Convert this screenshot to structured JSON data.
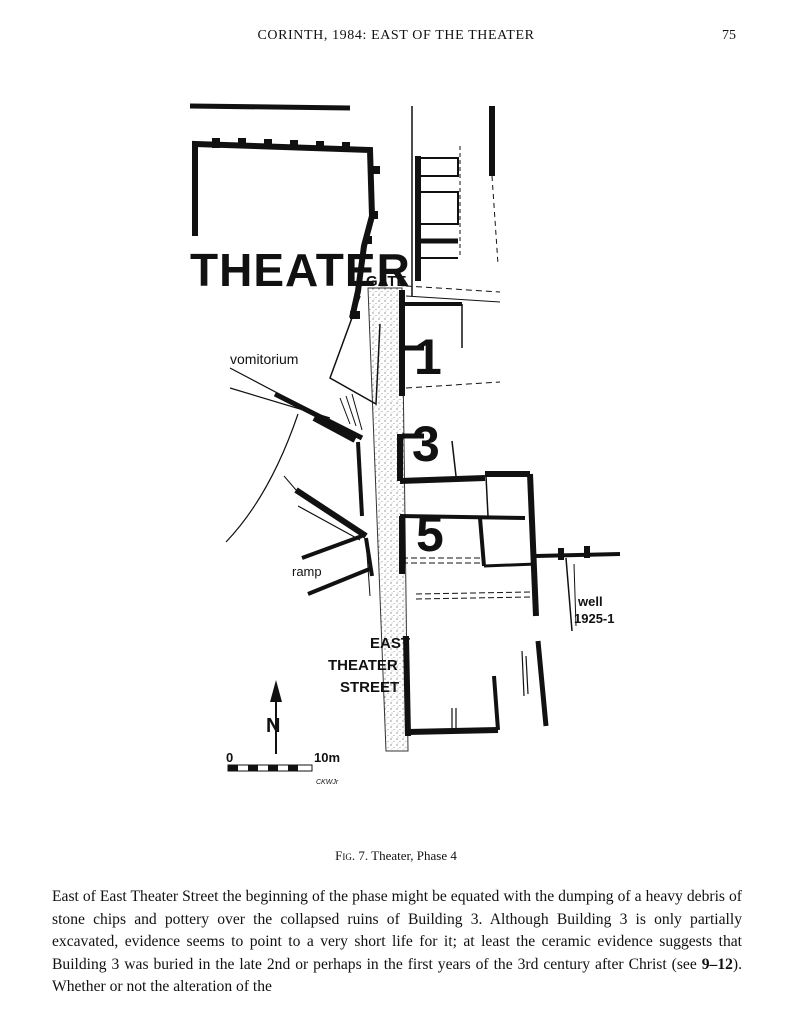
{
  "header": {
    "title": "CORINTH, 1984: EAST OF THE THEATER",
    "page_number": "75"
  },
  "figure": {
    "labels": {
      "theater": "THEATER",
      "gate": "GATE",
      "vomitorium": "vomitorium",
      "ramp": "ramp",
      "well": "well",
      "well_number": "1925-1",
      "street_1": "EAST",
      "street_2": "THEATER",
      "street_3": "STREET",
      "north": "N",
      "scale_start": "0",
      "scale_end": "10m",
      "initials": "CKWJr",
      "building_1": "1",
      "building_3": "3",
      "building_5": "5"
    }
  },
  "caption": {
    "prefix": "Fig.",
    "text": " 7. Theater, Phase 4"
  },
  "body": {
    "part1": "East of East Theater Street the beginning of the phase might be equated with the dumping of a heavy debris of stone chips and pottery over the collapsed ruins of Building 3. Although Building 3 is only partially excavated, evidence seems to point to a very short life for it; at least the ceramic evidence suggests that Building 3 was buried in the late 2nd or perhaps in the first years of the 3rd century after Christ (see ",
    "ref": "9–12",
    "part2": "). Whether or not the alteration of the"
  }
}
